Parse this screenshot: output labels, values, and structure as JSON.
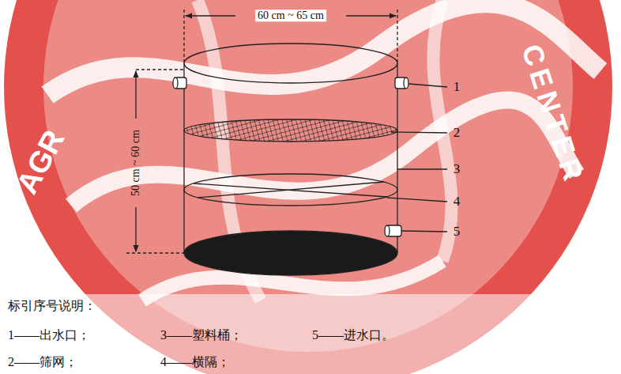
{
  "diagram": {
    "labels": [
      "AGR",
      "CENTER",
      "60 cm ~ 65 cm",
      "50 cm ~ 60 cm",
      "1",
      "2",
      "3",
      "4",
      "5",
      "标引序号说明：",
      "1——出水口；",
      "3——塑料桶；",
      "5——进水口。",
      "2——筛网；",
      "4——横隔；"
    ]
  }
}
